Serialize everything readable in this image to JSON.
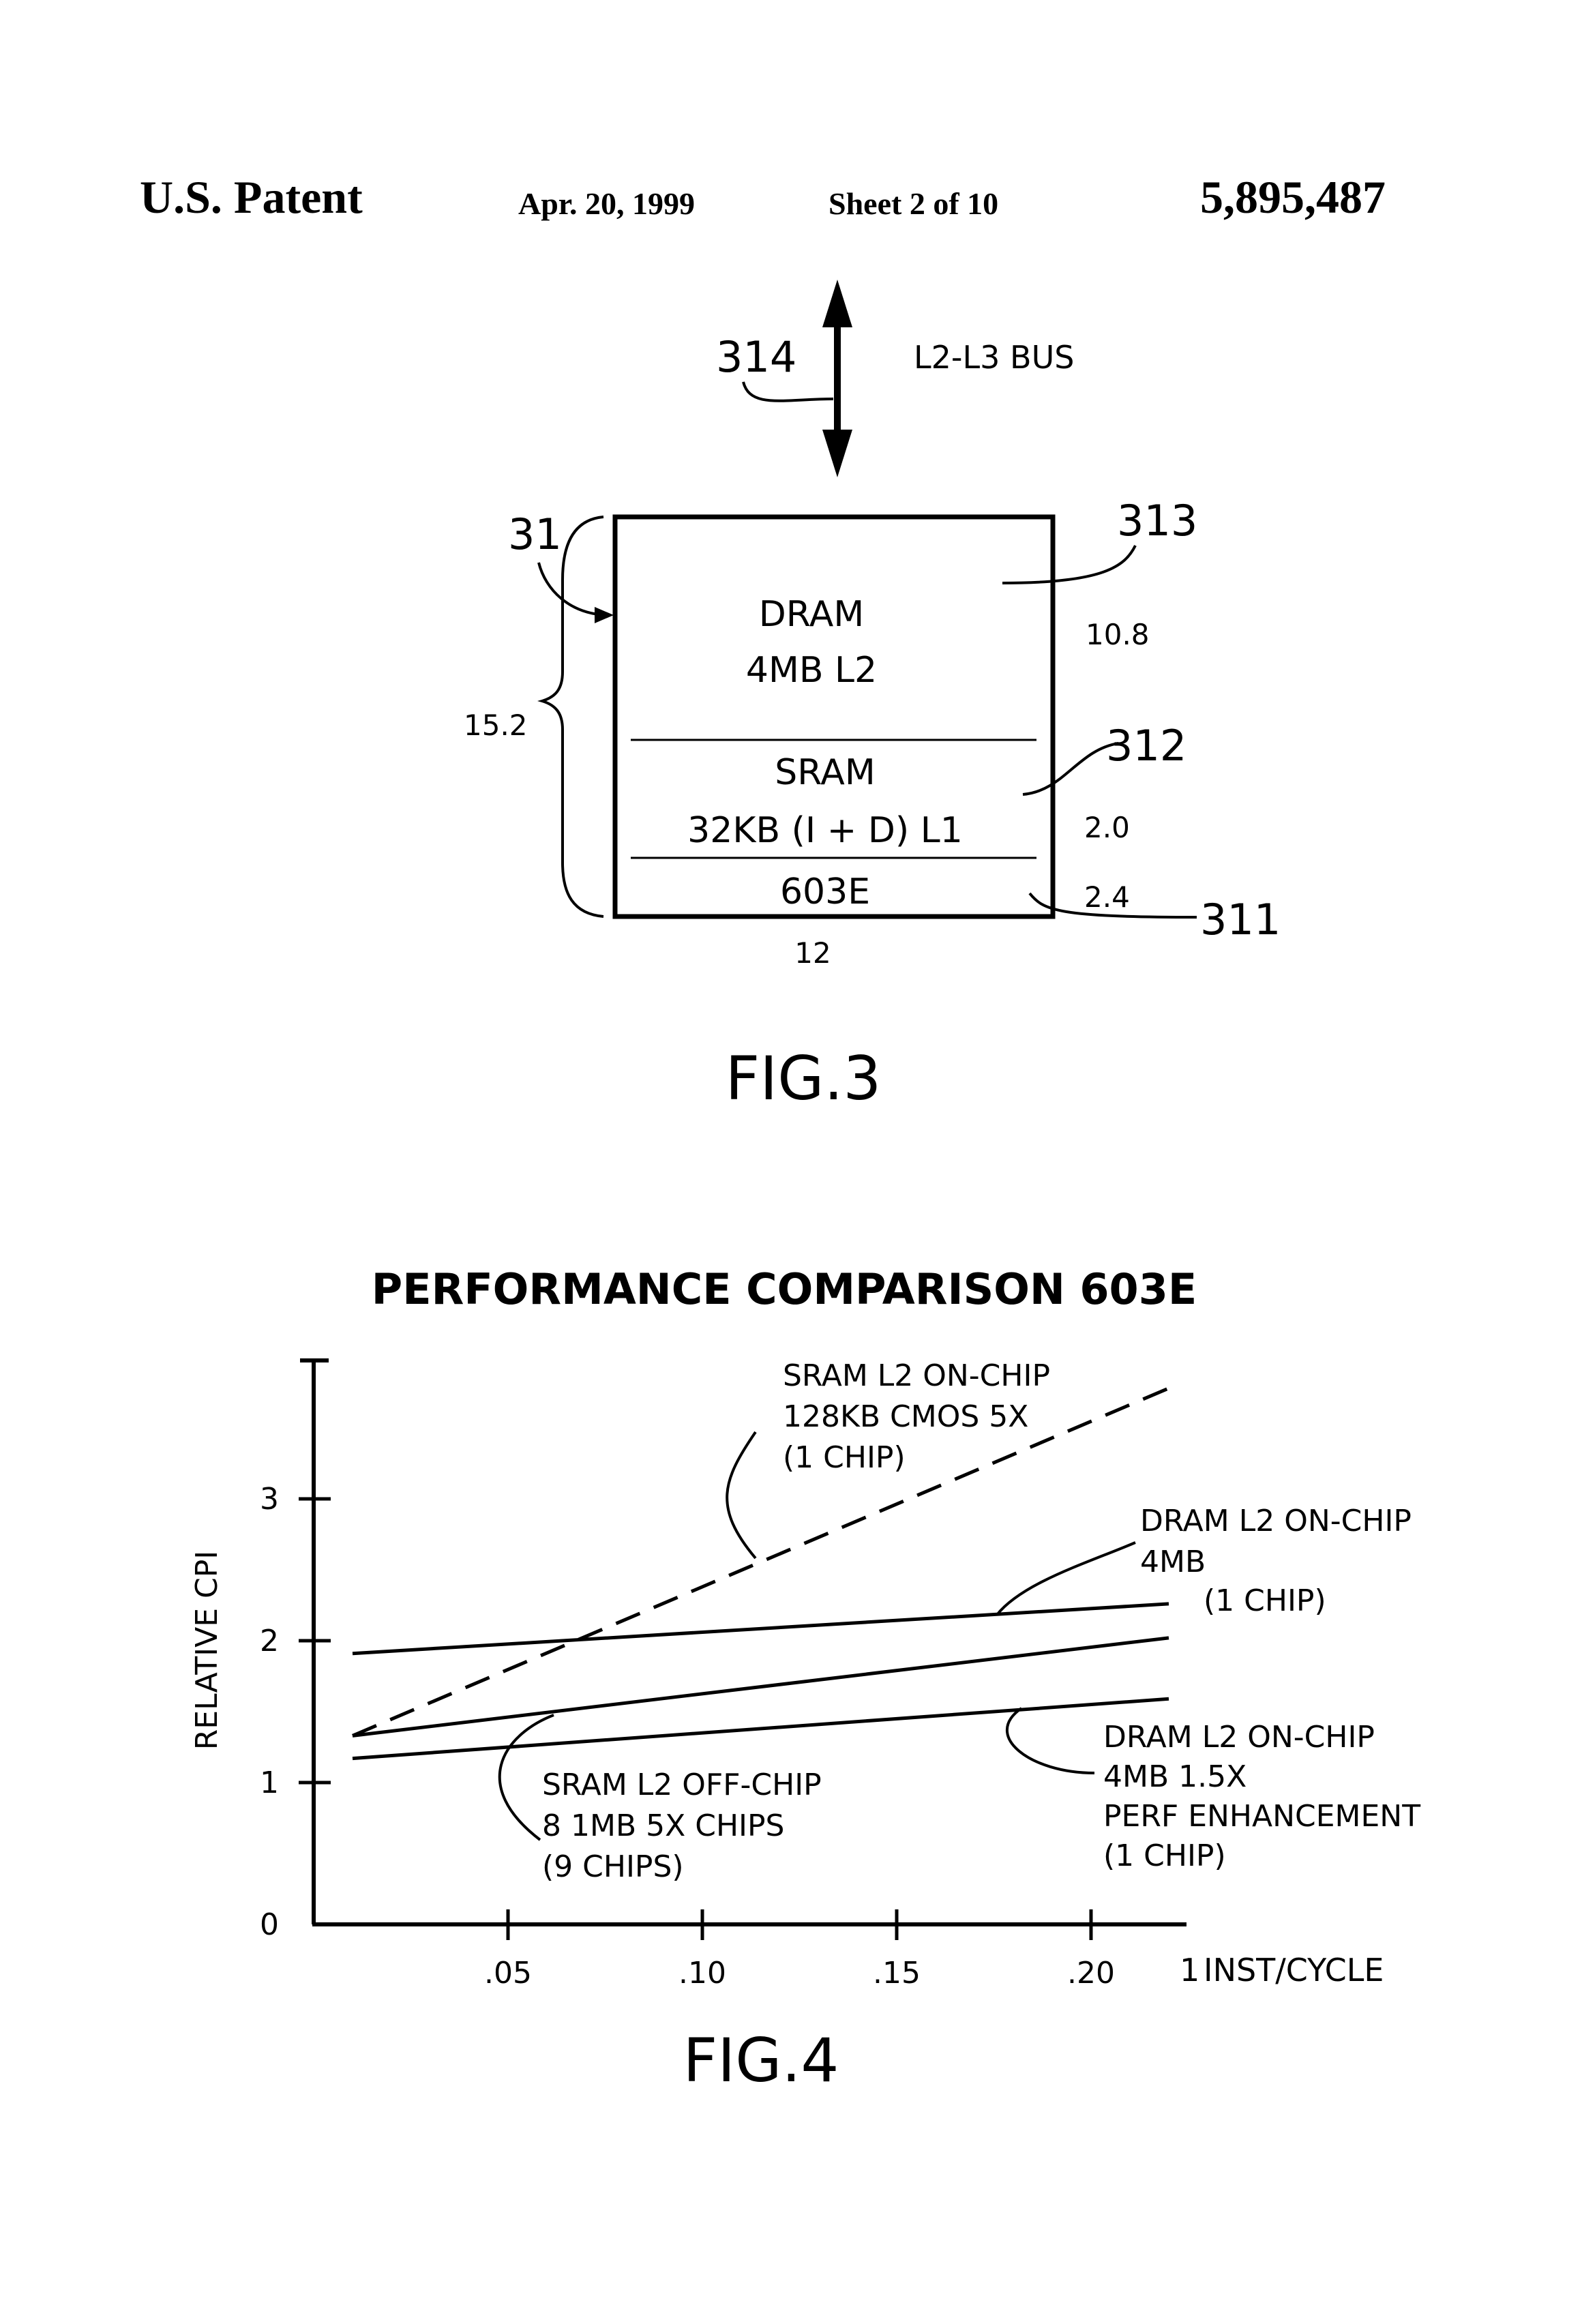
{
  "header": {
    "patent_label": "U.S. Patent",
    "date": "Apr. 20, 1999",
    "sheet": "Sheet 2 of 10",
    "patent_number": "5,895,487"
  },
  "fig3": {
    "bus_ref": "314",
    "bus_label": "L2-L3 BUS",
    "chip_ref": "31",
    "ref_dram": "313",
    "ref_sram": "312",
    "ref_cpu": "311",
    "dram_line1": "DRAM",
    "dram_line2": "4MB L2",
    "sram_line1": "SRAM",
    "sram_line2": "32KB (I + D) L1",
    "cpu_label": "603E",
    "dim_total_height": "15.2",
    "dim_dram": "10.8",
    "dim_sram": "2.0",
    "dim_cpu": "2.4",
    "dim_width": "12",
    "caption": "FIG.3"
  },
  "fig4": {
    "caption": "FIG.4",
    "annotations": {
      "sram_on": [
        "SRAM L2 ON-CHIP",
        "128KB CMOS 5X",
        "(1 CHIP)"
      ],
      "dram_on": [
        "DRAM L2 ON-CHIP",
        "4MB",
        "(1 CHIP)"
      ],
      "sram_off": [
        "SRAM L2 OFF-CHIP",
        "8 1MB 5X CHIPS",
        "(9 CHIPS)"
      ],
      "dram_enh": [
        "DRAM L2 ON-CHIP",
        "4MB 1.5X",
        "PERF ENHANCEMENT",
        "(1 CHIP)"
      ]
    }
  },
  "chart_data": {
    "type": "line",
    "title": "PERFORMANCE COMPARISON 603E",
    "xlabel": "INST/CYCLE",
    "ylabel": "RELATIVE CPI",
    "x_ticks": [
      ".05",
      ".10",
      ".15",
      ".20",
      "1"
    ],
    "y_ticks": [
      "0",
      "1",
      "2",
      "3"
    ],
    "xlim": [
      0,
      0.225
    ],
    "ylim": [
      0,
      3.9
    ],
    "series": [
      {
        "style": "dashed",
        "x": [
          0.01,
          0.22
        ],
        "y": [
          1.33,
          3.78
        ]
      },
      {
        "style": "solid",
        "x": [
          0.01,
          0.22
        ],
        "y": [
          1.91,
          2.26
        ]
      },
      {
        "style": "solid",
        "x": [
          0.01,
          0.22
        ],
        "y": [
          1.33,
          2.02
        ]
      },
      {
        "style": "solid",
        "x": [
          0.01,
          0.22
        ],
        "y": [
          1.17,
          1.59
        ]
      }
    ]
  }
}
